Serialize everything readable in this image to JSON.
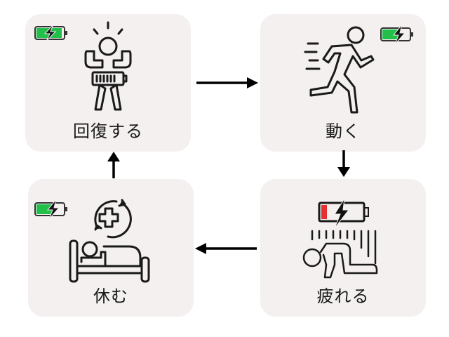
{
  "diagram": {
    "type": "cycle",
    "stages": [
      {
        "id": "recover",
        "label": "回復する",
        "icon": "person-charging-battery-icon",
        "battery": {
          "level": 0.85,
          "color": "#22c04a",
          "charging": true
        }
      },
      {
        "id": "move",
        "label": "動く",
        "icon": "running-person-icon",
        "battery": {
          "level": 0.6,
          "color": "#22c04a",
          "charging": true
        }
      },
      {
        "id": "tired",
        "label": "疲れる",
        "icon": "exhausted-person-icon",
        "battery": {
          "level": 0.15,
          "color": "#e53030",
          "charging": true
        }
      },
      {
        "id": "rest",
        "label": "休む",
        "icon": "sleeping-in-bed-icon",
        "battery": {
          "level": 0.6,
          "color": "#22c04a",
          "charging": true
        }
      }
    ],
    "flow": [
      {
        "from": "recover",
        "to": "move",
        "direction": "right"
      },
      {
        "from": "move",
        "to": "tired",
        "direction": "down"
      },
      {
        "from": "tired",
        "to": "rest",
        "direction": "left"
      },
      {
        "from": "rest",
        "to": "recover",
        "direction": "up"
      }
    ],
    "colors": {
      "card_bg": "#f3f0ef",
      "stroke": "#1a1a1a",
      "battery_full": "#22c04a",
      "battery_low": "#e53030"
    }
  }
}
